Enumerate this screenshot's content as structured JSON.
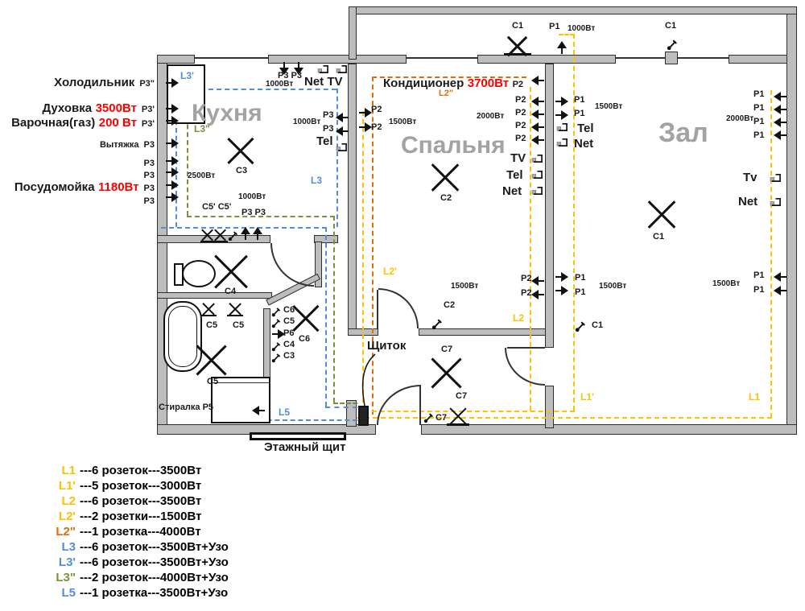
{
  "colors": {
    "gold": "#FFC000",
    "orange": "#E26B0A",
    "blue": "#538DD5",
    "green": "#77933C",
    "red": "#FF0000",
    "room_gray": "#A3A3A3"
  },
  "left_panel": {
    "rows": [
      {
        "name": "Холодильник",
        "power": "",
        "code": "Р3\""
      },
      {
        "name": "Духовка",
        "power": "3500Вт",
        "code": "Р3'"
      },
      {
        "name": "Варочная(газ)",
        "power": "200 Вт",
        "code": "Р3'"
      },
      {
        "name": "Вытяжка",
        "power": "",
        "code": "Р3"
      },
      {
        "name": "",
        "power": "",
        "code": "Р3"
      },
      {
        "name": "",
        "power": "",
        "code": "Р3"
      },
      {
        "name": "Посудомойка",
        "power": "1180Вт",
        "code": "Р3"
      },
      {
        "name": "",
        "power": "",
        "code": "Р3"
      }
    ]
  },
  "legend": {
    "items": [
      {
        "code": "L1",
        "text": "---6 розеток---3500Вт"
      },
      {
        "code": "L1'",
        "text": "---5 розеток---3000Вт"
      },
      {
        "code": "L2",
        "text": "---6 розеток---3500Вт"
      },
      {
        "code": "L2'",
        "text": "---2 розетки---1500Вт"
      },
      {
        "code": "L2\"",
        "text": "---1 розетка---4000Вт"
      },
      {
        "code": "L3",
        "text": "---6 розеток---3500Вт+Узо"
      },
      {
        "code": "L3'",
        "text": "---6 розеток---3500Вт+Узо"
      },
      {
        "code": "L3\"",
        "text": "---2 розеток---4000Вт+Узо"
      },
      {
        "code": "L5",
        "text": "---1 розетка---3500Вт+Узо"
      }
    ]
  },
  "plan": [
    {
      "t": "L3'"
    },
    {
      "t": "Кухня"
    },
    {
      "t": "L3\""
    },
    {
      "t": "C3"
    },
    {
      "t": "2500Вт"
    },
    {
      "t": "Р3 Р3"
    },
    {
      "t": "1000Вт"
    },
    {
      "t": "Net TV"
    },
    {
      "t": "1000Вт"
    },
    {
      "t": "Р3"
    },
    {
      "t": "Р3"
    },
    {
      "t": "Tel"
    },
    {
      "t": "1000Вт"
    },
    {
      "t": "C5' C5'"
    },
    {
      "t": "Р3 Р3"
    },
    {
      "t": "L3"
    },
    {
      "t": "Кондиционер"
    },
    {
      "t": "3700Вт"
    },
    {
      "t": "Р2"
    },
    {
      "t": "L2\""
    },
    {
      "t": "Р2"
    },
    {
      "t": "Р2"
    },
    {
      "t": "1500Вт"
    },
    {
      "t": "2000Вт"
    },
    {
      "t": "Р2"
    },
    {
      "t": "Р2"
    },
    {
      "t": "Р2"
    },
    {
      "t": "Р2"
    },
    {
      "t": "TV"
    },
    {
      "t": "Tel"
    },
    {
      "t": "Net"
    },
    {
      "t": "Спальня"
    },
    {
      "t": "C2"
    },
    {
      "t": "L2'"
    },
    {
      "t": "1500Вт"
    },
    {
      "t": "Р2"
    },
    {
      "t": "Р2"
    },
    {
      "t": "L2"
    },
    {
      "t": "C2"
    },
    {
      "t": "C1"
    },
    {
      "t": "Р1"
    },
    {
      "t": "1000Вт"
    },
    {
      "t": "C1"
    },
    {
      "t": "Р1"
    },
    {
      "t": "Р1"
    },
    {
      "t": "1500Вт"
    },
    {
      "t": "Tel"
    },
    {
      "t": "Net"
    },
    {
      "t": "Зал"
    },
    {
      "t": "Р1"
    },
    {
      "t": "Р1"
    },
    {
      "t": "2000Вт"
    },
    {
      "t": "Р1"
    },
    {
      "t": "Р1"
    },
    {
      "t": "Tv"
    },
    {
      "t": "Net"
    },
    {
      "t": "C1"
    },
    {
      "t": "Р1"
    },
    {
      "t": "Р1"
    },
    {
      "t": "1500Вт"
    },
    {
      "t": "1500Вт"
    },
    {
      "t": "Р1"
    },
    {
      "t": "Р1"
    },
    {
      "t": "C1"
    },
    {
      "t": "L1'"
    },
    {
      "t": "L1"
    },
    {
      "t": "C4"
    },
    {
      "t": "C5"
    },
    {
      "t": "C5"
    },
    {
      "t": "C5"
    },
    {
      "t": "C6"
    },
    {
      "t": "C5"
    },
    {
      "t": "Р6"
    },
    {
      "t": "C4"
    },
    {
      "t": "C3"
    },
    {
      "t": "C6"
    },
    {
      "t": "Стиралка Р5"
    },
    {
      "t": "L5"
    },
    {
      "t": "Щиток"
    },
    {
      "t": "C7"
    },
    {
      "t": "C7"
    },
    {
      "t": "C7"
    },
    {
      "t": "Этажный щит"
    }
  ]
}
